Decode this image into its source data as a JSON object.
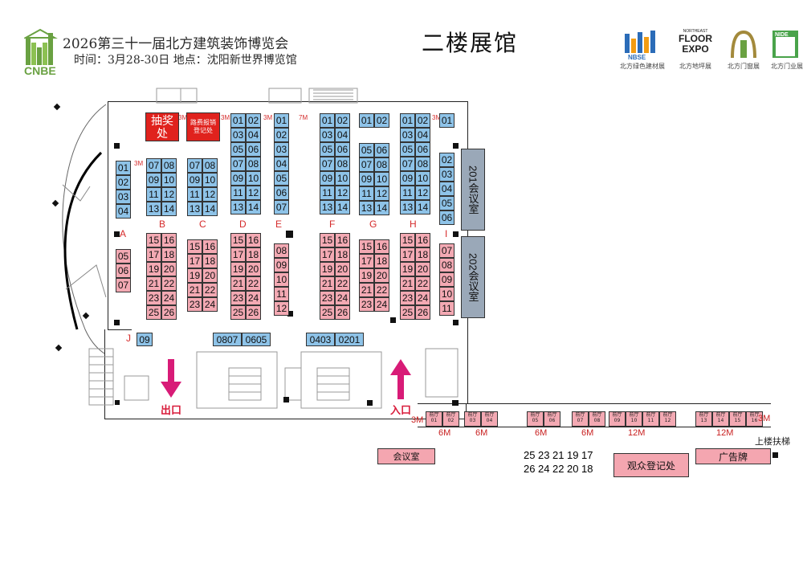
{
  "header": {
    "expo_title": "2026第三十一届北方建筑装饰博览会",
    "info": "时间：3月28-30日   地点：沈阳新世界博览馆",
    "floor_title": "二楼展馆",
    "brand": "CNBE"
  },
  "partner_logos": [
    {
      "name": "NBSE",
      "caption": "北方绿色建材展"
    },
    {
      "name": "FLOOR EXPO",
      "top": "NORTHEAST",
      "caption": "北方地坪展"
    },
    {
      "name": "door-window",
      "caption": "北方门窗展"
    },
    {
      "name": "NIDE",
      "caption": "北方门业展"
    }
  ],
  "special": {
    "lottery": "抽奖处",
    "travel": "路费报销登记处",
    "meeting201": "201会议室",
    "meeting202": "202会议室",
    "meeting_room": "会议室",
    "registration": "观众登记处",
    "ad_board": "广告牌",
    "upstairs": "上楼扶梯",
    "exit": "出口",
    "entrance": "入口"
  },
  "row_labels": [
    "A",
    "B",
    "C",
    "D",
    "E",
    "F",
    "G",
    "H",
    "I",
    "J"
  ],
  "aisle_marks": [
    "3M",
    "3M",
    "3M",
    "3M",
    "7M",
    "3M",
    "3M",
    "6M",
    "6M",
    "6M",
    "6M",
    "12M",
    "12M",
    "3M"
  ],
  "booth_labels": {
    "n01": "01",
    "n02": "02",
    "n03": "03",
    "n04": "04",
    "n05": "05",
    "n06": "06",
    "n07": "07",
    "n08": "08",
    "n09": "09",
    "n10": "10",
    "n11": "11",
    "n12": "12",
    "n13": "13",
    "n14": "14",
    "n15": "15",
    "n16": "16",
    "n17": "17",
    "n18": "18",
    "n19": "19",
    "n20": "20",
    "n21": "21",
    "n22": "22",
    "n23": "23",
    "n24": "24",
    "n25": "25",
    "n26": "26"
  },
  "bottom_j_booths": [
    "0807",
    "0605",
    "0403",
    "0201"
  ],
  "foyer": {
    "booth_prefix": "前厅",
    "numbers": [
      "01",
      "02",
      "03",
      "04",
      "05",
      "06",
      "07",
      "08",
      "09",
      "10",
      "11",
      "12",
      "13",
      "14",
      "15",
      "16"
    ]
  },
  "bottom_grid": {
    "row1": [
      "25",
      "23",
      "21",
      "19",
      "17"
    ],
    "row2": [
      "26",
      "24",
      "22",
      "20",
      "18"
    ]
  },
  "colors": {
    "blue": "#8ec3e8",
    "pink": "#f3a9b3",
    "red": "#e0221d",
    "gray": "#9aa8b8",
    "arrow": "#d81b77"
  }
}
